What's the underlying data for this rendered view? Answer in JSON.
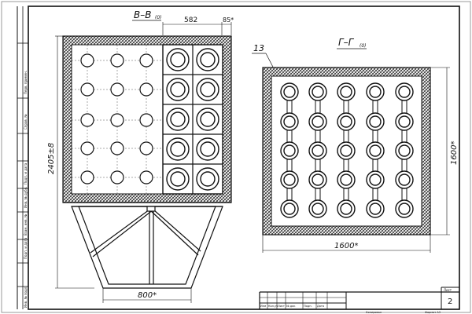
{
  "sheet": {
    "number": "2",
    "number_label": "Лист",
    "title_block_cells": [
      "Изм",
      "Кол.уч",
      "Лист",
      "№ док",
      "Подп.",
      "Дата"
    ],
    "format_label": "Формат А3",
    "copied_label": "Копировал",
    "side_stamp_labels": [
      "Инв. № подл.",
      "Подп. и дата",
      "Взам. инв. №",
      "Инв. № дубл.",
      "Подп. и дата",
      "Справ. №",
      "Перв. примен."
    ]
  },
  "view_left": {
    "title": "В–В",
    "title_scale": "(0)",
    "dim_top": "582",
    "dim_right_top": "85*",
    "dim_height": "2405±8",
    "dim_bottom": "800*"
  },
  "view_right": {
    "title": "Г–Г",
    "title_scale": "(0)",
    "callout": "13",
    "dim_width": "1600*",
    "dim_height": "1600*"
  },
  "colors": {
    "line": "#111111",
    "hatch": "#333333",
    "paper": "#ffffff"
  }
}
